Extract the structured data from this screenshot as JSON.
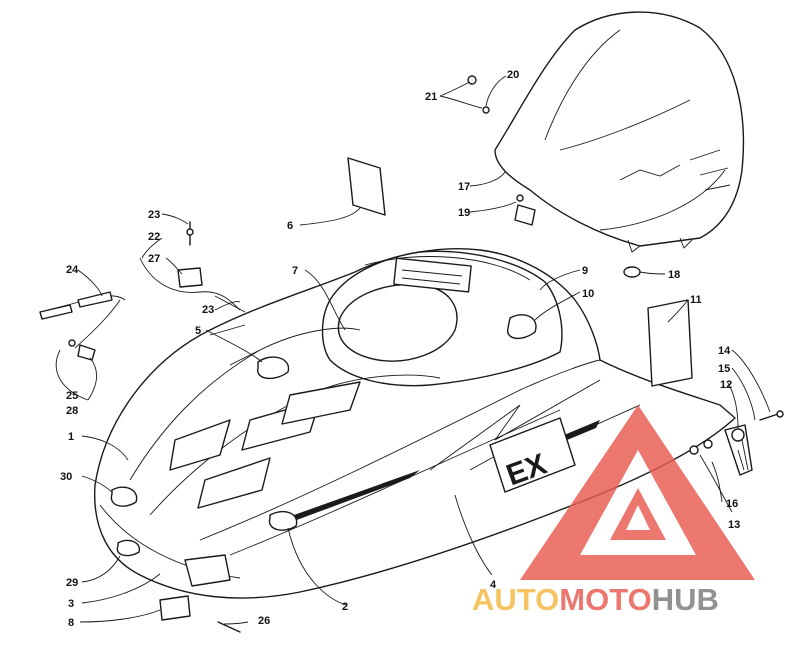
{
  "callouts": [
    {
      "id": "c1",
      "label": "1"
    },
    {
      "id": "c2",
      "label": "2"
    },
    {
      "id": "c3",
      "label": "3"
    },
    {
      "id": "c4",
      "label": "4"
    },
    {
      "id": "c5",
      "label": "5"
    },
    {
      "id": "c6",
      "label": "6"
    },
    {
      "id": "c7",
      "label": "7"
    },
    {
      "id": "c8",
      "label": "8"
    },
    {
      "id": "c9",
      "label": "9"
    },
    {
      "id": "c10",
      "label": "10"
    },
    {
      "id": "c11",
      "label": "11"
    },
    {
      "id": "c12",
      "label": "12"
    },
    {
      "id": "c13",
      "label": "13"
    },
    {
      "id": "c14",
      "label": "14"
    },
    {
      "id": "c15",
      "label": "15"
    },
    {
      "id": "c16",
      "label": "16"
    },
    {
      "id": "c17",
      "label": "17"
    },
    {
      "id": "c18",
      "label": "18"
    },
    {
      "id": "c19",
      "label": "19"
    },
    {
      "id": "c20",
      "label": "20"
    },
    {
      "id": "c21",
      "label": "21"
    },
    {
      "id": "c22",
      "label": "22"
    },
    {
      "id": "c23a",
      "label": "23"
    },
    {
      "id": "c23b",
      "label": "23"
    },
    {
      "id": "c24",
      "label": "24"
    },
    {
      "id": "c25",
      "label": "25"
    },
    {
      "id": "c26",
      "label": "26"
    },
    {
      "id": "c27",
      "label": "27"
    },
    {
      "id": "c28",
      "label": "28"
    },
    {
      "id": "c29",
      "label": "29"
    },
    {
      "id": "c30",
      "label": "30"
    }
  ],
  "decal_text": "EX",
  "watermark": {
    "part1": "AUTO",
    "part2": "MOTO",
    "part3": "HUB",
    "colors": {
      "auto": "#f4b740",
      "moto": "#e95a50",
      "hub": "#7b7b7b",
      "triangle": "#e95a50"
    }
  }
}
